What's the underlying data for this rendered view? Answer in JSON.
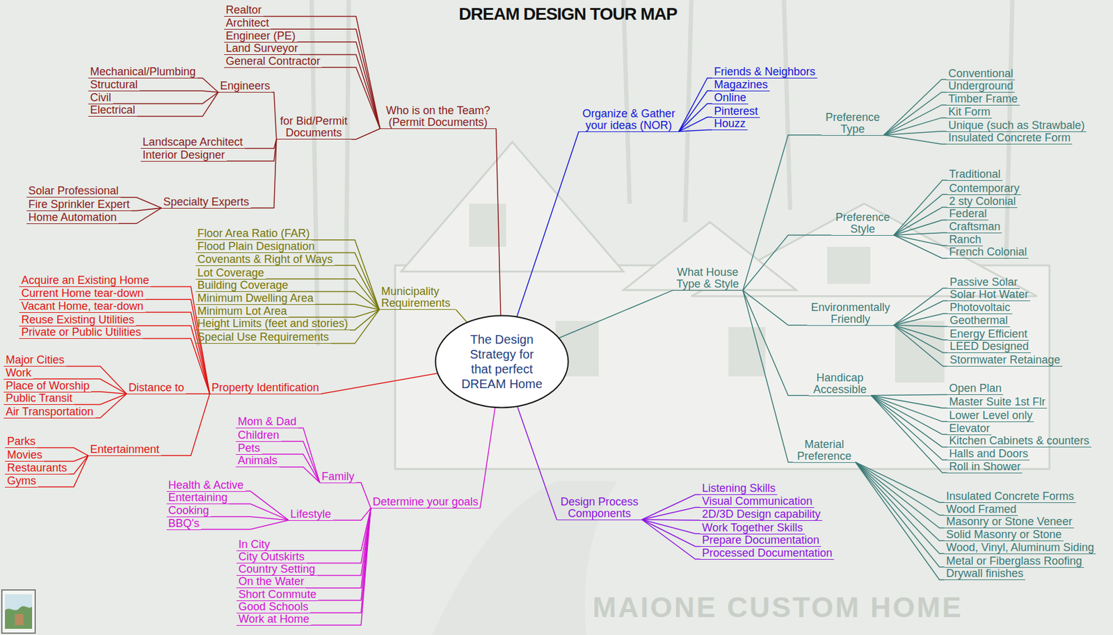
{
  "diagram": {
    "title": "DREAM DESIGN TOUR MAP",
    "nodes": [
      {
        "text": [
          "The Design Strategy for that perfect DREAM Home"
        ]
      },
      {
        "text": [
          "Who is on the Team? (Permit Documents)"
        ]
      },
      {
        "text": [
          "Realtor"
        ]
      },
      {
        "text": [
          "Architect"
        ]
      },
      {
        "text": [
          "Engineer (PE)"
        ]
      },
      {
        "text": [
          "Land Surveyor"
        ]
      },
      {
        "text": [
          "General Contractor"
        ]
      },
      {
        "text": [
          "for Bid/Permit Documents"
        ]
      },
      {
        "text": [
          "Engineers"
        ]
      },
      {
        "text": [
          "Mechanical/Plumbing"
        ]
      },
      {
        "text": [
          "Structural"
        ]
      },
      {
        "text": [
          "Civil"
        ]
      },
      {
        "text": [
          "Electrical"
        ]
      },
      {
        "text": [
          "Landscape Architect"
        ]
      },
      {
        "text": [
          "Interior Designer"
        ]
      },
      {
        "text": [
          "Specialty Experts"
        ]
      },
      {
        "text": [
          "Solar Professional"
        ]
      },
      {
        "text": [
          "Fire Sprinkler Expert"
        ]
      },
      {
        "text": [
          "Home Automation"
        ]
      },
      {
        "text": [
          "Municipality Requirements"
        ]
      },
      {
        "text": [
          "Floor Area Ratio (FAR)"
        ]
      },
      {
        "text": [
          "Flood Plain Designation"
        ]
      },
      {
        "text": [
          "Covenants & Right of Ways"
        ]
      },
      {
        "text": [
          "Lot Coverage"
        ]
      },
      {
        "text": [
          "Building Coverage"
        ]
      },
      {
        "text": [
          "Minimum Dwelling Area"
        ]
      },
      {
        "text": [
          "Minimum Lot Area"
        ]
      },
      {
        "text": [
          "Height Limits (feet and stories)"
        ]
      },
      {
        "text": [
          "Special Use Requirements"
        ]
      },
      {
        "text": [
          "Property Identification"
        ]
      },
      {
        "text": [
          "Acquire an Existing Home"
        ]
      },
      {
        "text": [
          "Current Home tear-down"
        ]
      },
      {
        "text": [
          "Vacant Home, tear-down"
        ]
      },
      {
        "text": [
          "Reuse Existing Utilities"
        ]
      },
      {
        "text": [
          "Private or Public Utilities"
        ]
      },
      {
        "text": [
          "Distance to"
        ]
      },
      {
        "text": [
          "Major Cities"
        ]
      },
      {
        "text": [
          "Work"
        ]
      },
      {
        "text": [
          "Place of Worship"
        ]
      },
      {
        "text": [
          "Public Transit"
        ]
      },
      {
        "text": [
          "Air Transportation"
        ]
      },
      {
        "text": [
          "Entertainment"
        ]
      },
      {
        "text": [
          "Parks"
        ]
      },
      {
        "text": [
          "Movies"
        ]
      },
      {
        "text": [
          "Restaurants"
        ]
      },
      {
        "text": [
          "Gyms"
        ]
      },
      {
        "text": [
          "Determine your goals"
        ]
      },
      {
        "text": [
          "Family"
        ]
      },
      {
        "text": [
          "Mom & Dad"
        ]
      },
      {
        "text": [
          "Children"
        ]
      },
      {
        "text": [
          "Pets"
        ]
      },
      {
        "text": [
          "Animals"
        ]
      },
      {
        "text": [
          "Lifestyle"
        ]
      },
      {
        "text": [
          "Health & Active"
        ]
      },
      {
        "text": [
          "Entertaining"
        ]
      },
      {
        "text": [
          "Cooking"
        ]
      },
      {
        "text": [
          "BBQ's"
        ]
      },
      {
        "text": [
          "In City"
        ]
      },
      {
        "text": [
          "City Outskirts"
        ]
      },
      {
        "text": [
          "Country Setting"
        ]
      },
      {
        "text": [
          "On the Water"
        ]
      },
      {
        "text": [
          "Short Commute"
        ]
      },
      {
        "text": [
          "Good Schools"
        ]
      },
      {
        "text": [
          "Work at Home"
        ]
      },
      {
        "text": [
          "Design Process Components"
        ]
      },
      {
        "text": [
          "Listening Skills"
        ]
      },
      {
        "text": [
          "Visual Communication"
        ]
      },
      {
        "text": [
          "2D/3D Design capability"
        ]
      },
      {
        "text": [
          "Work Together Skills"
        ]
      },
      {
        "text": [
          "Prepare Documentation"
        ]
      },
      {
        "text": [
          "Processed Documentation"
        ]
      },
      {
        "text": [
          "Organize & Gather your ideas (NOR)"
        ]
      },
      {
        "text": [
          "Friends & Neighbors"
        ]
      },
      {
        "text": [
          "Magazines"
        ]
      },
      {
        "text": [
          "Online"
        ]
      },
      {
        "text": [
          "Pinterest"
        ]
      },
      {
        "text": [
          "Houzz"
        ]
      },
      {
        "text": [
          "What House Type & Style"
        ]
      },
      {
        "text": [
          "Preference Type"
        ]
      },
      {
        "text": [
          "Conventional"
        ]
      },
      {
        "text": [
          "Underground"
        ]
      },
      {
        "text": [
          "Timber Frame"
        ]
      },
      {
        "text": [
          "Kit Form"
        ]
      },
      {
        "text": [
          "Unique (such as Strawbale)"
        ]
      },
      {
        "text": [
          "Insulated Concrete Form"
        ]
      },
      {
        "text": [
          "Preference Style"
        ]
      },
      {
        "text": [
          "Traditional"
        ]
      },
      {
        "text": [
          "Contemporary"
        ]
      },
      {
        "text": [
          "2 sty Colonial"
        ]
      },
      {
        "text": [
          "Federal"
        ]
      },
      {
        "text": [
          "Craftsman"
        ]
      },
      {
        "text": [
          "Ranch"
        ]
      },
      {
        "text": [
          "French Colonial"
        ]
      },
      {
        "text": [
          "Environmentally Friendly"
        ]
      },
      {
        "text": [
          "Passive Solar"
        ]
      },
      {
        "text": [
          "Solar Hot Water"
        ]
      },
      {
        "text": [
          "Photovoltaic"
        ]
      },
      {
        "text": [
          "Geothermal"
        ]
      },
      {
        "text": [
          "Energy Efficient"
        ]
      },
      {
        "text": [
          "LEED Designed"
        ]
      },
      {
        "text": [
          "Stormwater Retainage"
        ]
      },
      {
        "text": [
          "Handicap Accessible"
        ]
      },
      {
        "text": [
          "Open Plan"
        ]
      },
      {
        "text": [
          "Master Suite 1st Flr"
        ]
      },
      {
        "text": [
          "Lower Level only"
        ]
      },
      {
        "text": [
          "Elevator"
        ]
      },
      {
        "text": [
          "Kitchen Cabinets & counters"
        ]
      },
      {
        "text": [
          "Halls and Doors"
        ]
      },
      {
        "text": [
          "Roll in Shower"
        ]
      },
      {
        "text": [
          "Material Preference"
        ]
      },
      {
        "text": [
          "Insulated Concrete Forms"
        ]
      },
      {
        "text": [
          "Wood Framed"
        ]
      },
      {
        "text": [
          "Masonry or Stone Veneer"
        ]
      },
      {
        "text": [
          "Solid Masonry or Stone"
        ]
      },
      {
        "text": [
          "Wood, Vinyl, Aluminum Siding"
        ]
      },
      {
        "text": [
          "Metal or Fiberglass Roofing"
        ]
      },
      {
        "text": [
          "Drywall finishes"
        ]
      }
    ],
    "edges": [
      {
        "from": 0,
        "to": 1,
        "arrow": "none"
      },
      {
        "from": 1,
        "to": 2,
        "arrow": "none"
      },
      {
        "from": 1,
        "to": 3,
        "arrow": "none"
      },
      {
        "from": 1,
        "to": 4,
        "arrow": "none"
      },
      {
        "from": 1,
        "to": 5,
        "arrow": "none"
      },
      {
        "from": 1,
        "to": 6,
        "arrow": "none"
      },
      {
        "from": 1,
        "to": 7,
        "arrow": "none"
      },
      {
        "from": 7,
        "to": 8,
        "arrow": "none"
      },
      {
        "from": 8,
        "to": 9,
        "arrow": "none"
      },
      {
        "from": 8,
        "to": 10,
        "arrow": "none"
      },
      {
        "from": 8,
        "to": 11,
        "arrow": "none"
      },
      {
        "from": 8,
        "to": 12,
        "arrow": "none"
      },
      {
        "from": 7,
        "to": 13,
        "arrow": "none"
      },
      {
        "from": 7,
        "to": 14,
        "arrow": "none"
      },
      {
        "from": 7,
        "to": 15,
        "arrow": "none"
      },
      {
        "from": 15,
        "to": 16,
        "arrow": "none"
      },
      {
        "from": 15,
        "to": 17,
        "arrow": "none"
      },
      {
        "from": 15,
        "to": 18,
        "arrow": "none"
      },
      {
        "from": 0,
        "to": 19,
        "arrow": "none"
      },
      {
        "from": 19,
        "to": 20,
        "arrow": "none"
      },
      {
        "from": 19,
        "to": 21,
        "arrow": "none"
      },
      {
        "from": 19,
        "to": 22,
        "arrow": "none"
      },
      {
        "from": 19,
        "to": 23,
        "arrow": "none"
      },
      {
        "from": 19,
        "to": 24,
        "arrow": "none"
      },
      {
        "from": 19,
        "to": 25,
        "arrow": "none"
      },
      {
        "from": 19,
        "to": 26,
        "arrow": "none"
      },
      {
        "from": 19,
        "to": 27,
        "arrow": "none"
      },
      {
        "from": 19,
        "to": 28,
        "arrow": "none"
      },
      {
        "from": 0,
        "to": 29,
        "arrow": "none"
      },
      {
        "from": 29,
        "to": 30,
        "arrow": "none"
      },
      {
        "from": 29,
        "to": 31,
        "arrow": "none"
      },
      {
        "from": 29,
        "to": 32,
        "arrow": "none"
      },
      {
        "from": 29,
        "to": 33,
        "arrow": "none"
      },
      {
        "from": 29,
        "to": 34,
        "arrow": "none"
      },
      {
        "from": 29,
        "to": 35,
        "arrow": "none"
      },
      {
        "from": 35,
        "to": 36,
        "arrow": "none"
      },
      {
        "from": 35,
        "to": 37,
        "arrow": "none"
      },
      {
        "from": 35,
        "to": 38,
        "arrow": "none"
      },
      {
        "from": 35,
        "to": 39,
        "arrow": "none"
      },
      {
        "from": 35,
        "to": 40,
        "arrow": "none"
      },
      {
        "from": 29,
        "to": 41,
        "arrow": "none"
      },
      {
        "from": 41,
        "to": 42,
        "arrow": "none"
      },
      {
        "from": 41,
        "to": 43,
        "arrow": "none"
      },
      {
        "from": 41,
        "to": 44,
        "arrow": "none"
      },
      {
        "from": 41,
        "to": 45,
        "arrow": "none"
      },
      {
        "from": 0,
        "to": 46,
        "arrow": "none"
      },
      {
        "from": 46,
        "to": 47,
        "arrow": "none"
      },
      {
        "from": 47,
        "to": 48,
        "arrow": "none"
      },
      {
        "from": 47,
        "to": 49,
        "arrow": "none"
      },
      {
        "from": 47,
        "to": 50,
        "arrow": "none"
      },
      {
        "from": 47,
        "to": 51,
        "arrow": "none"
      },
      {
        "from": 46,
        "to": 52,
        "arrow": "none"
      },
      {
        "from": 52,
        "to": 53,
        "arrow": "none"
      },
      {
        "from": 52,
        "to": 54,
        "arrow": "none"
      },
      {
        "from": 52,
        "to": 55,
        "arrow": "none"
      },
      {
        "from": 52,
        "to": 56,
        "arrow": "none"
      },
      {
        "from": 46,
        "to": 57,
        "arrow": "none"
      },
      {
        "from": 46,
        "to": 58,
        "arrow": "none"
      },
      {
        "from": 46,
        "to": 59,
        "arrow": "none"
      },
      {
        "from": 46,
        "to": 60,
        "arrow": "none"
      },
      {
        "from": 46,
        "to": 61,
        "arrow": "none"
      },
      {
        "from": 46,
        "to": 62,
        "arrow": "none"
      },
      {
        "from": 46,
        "to": 63,
        "arrow": "none"
      },
      {
        "from": 0,
        "to": 64,
        "arrow": "none"
      },
      {
        "from": 64,
        "to": 65,
        "arrow": "none"
      },
      {
        "from": 64,
        "to": 66,
        "arrow": "none"
      },
      {
        "from": 64,
        "to": 67,
        "arrow": "none"
      },
      {
        "from": 64,
        "to": 68,
        "arrow": "none"
      },
      {
        "from": 64,
        "to": 69,
        "arrow": "none"
      },
      {
        "from": 64,
        "to": 70,
        "arrow": "none"
      },
      {
        "from": 0,
        "to": 71,
        "arrow": "none"
      },
      {
        "from": 71,
        "to": 72,
        "arrow": "none"
      },
      {
        "from": 71,
        "to": 73,
        "arrow": "none"
      },
      {
        "from": 71,
        "to": 74,
        "arrow": "none"
      },
      {
        "from": 71,
        "to": 75,
        "arrow": "none"
      },
      {
        "from": 71,
        "to": 76,
        "arrow": "none"
      },
      {
        "from": 0,
        "to": 77,
        "arrow": "none"
      },
      {
        "from": 77,
        "to": 78,
        "arrow": "none"
      },
      {
        "from": 78,
        "to": 79,
        "arrow": "none"
      },
      {
        "from": 78,
        "to": 80,
        "arrow": "none"
      },
      {
        "from": 78,
        "to": 81,
        "arrow": "none"
      },
      {
        "from": 78,
        "to": 82,
        "arrow": "none"
      },
      {
        "from": 78,
        "to": 83,
        "arrow": "none"
      },
      {
        "from": 78,
        "to": 84,
        "arrow": "none"
      },
      {
        "from": 77,
        "to": 85,
        "arrow": "none"
      },
      {
        "from": 85,
        "to": 86,
        "arrow": "none"
      },
      {
        "from": 85,
        "to": 87,
        "arrow": "none"
      },
      {
        "from": 85,
        "to": 88,
        "arrow": "none"
      },
      {
        "from": 85,
        "to": 89,
        "arrow": "none"
      },
      {
        "from": 85,
        "to": 90,
        "arrow": "none"
      },
      {
        "from": 85,
        "to": 91,
        "arrow": "none"
      },
      {
        "from": 85,
        "to": 92,
        "arrow": "none"
      },
      {
        "from": 77,
        "to": 93,
        "arrow": "none"
      },
      {
        "from": 93,
        "to": 94,
        "arrow": "none"
      },
      {
        "from": 93,
        "to": 95,
        "arrow": "none"
      },
      {
        "from": 93,
        "to": 96,
        "arrow": "none"
      },
      {
        "from": 93,
        "to": 97,
        "arrow": "none"
      },
      {
        "from": 93,
        "to": 98,
        "arrow": "none"
      },
      {
        "from": 93,
        "to": 99,
        "arrow": "none"
      },
      {
        "from": 93,
        "to": 100,
        "arrow": "none"
      },
      {
        "from": 77,
        "to": 101,
        "arrow": "none"
      },
      {
        "from": 101,
        "to": 102,
        "arrow": "none"
      },
      {
        "from": 101,
        "to": 103,
        "arrow": "none"
      },
      {
        "from": 101,
        "to": 104,
        "arrow": "none"
      },
      {
        "from": 101,
        "to": 105,
        "arrow": "none"
      },
      {
        "from": 101,
        "to": 106,
        "arrow": "none"
      },
      {
        "from": 101,
        "to": 107,
        "arrow": "none"
      },
      {
        "from": 101,
        "to": 108,
        "arrow": "none"
      },
      {
        "from": 77,
        "to": 109,
        "arrow": "none"
      },
      {
        "from": 109,
        "to": 110,
        "arrow": "none"
      },
      {
        "from": 109,
        "to": 111,
        "arrow": "none"
      },
      {
        "from": 109,
        "to": 112,
        "arrow": "none"
      },
      {
        "from": 109,
        "to": 113,
        "arrow": "none"
      },
      {
        "from": 109,
        "to": 114,
        "arrow": "none"
      },
      {
        "from": 109,
        "to": 115,
        "arrow": "none"
      },
      {
        "from": 109,
        "to": 116,
        "arrow": "none"
      }
    ],
    "labels": [
      "MAIONE CUSTOM HOME"
    ]
  }
}
